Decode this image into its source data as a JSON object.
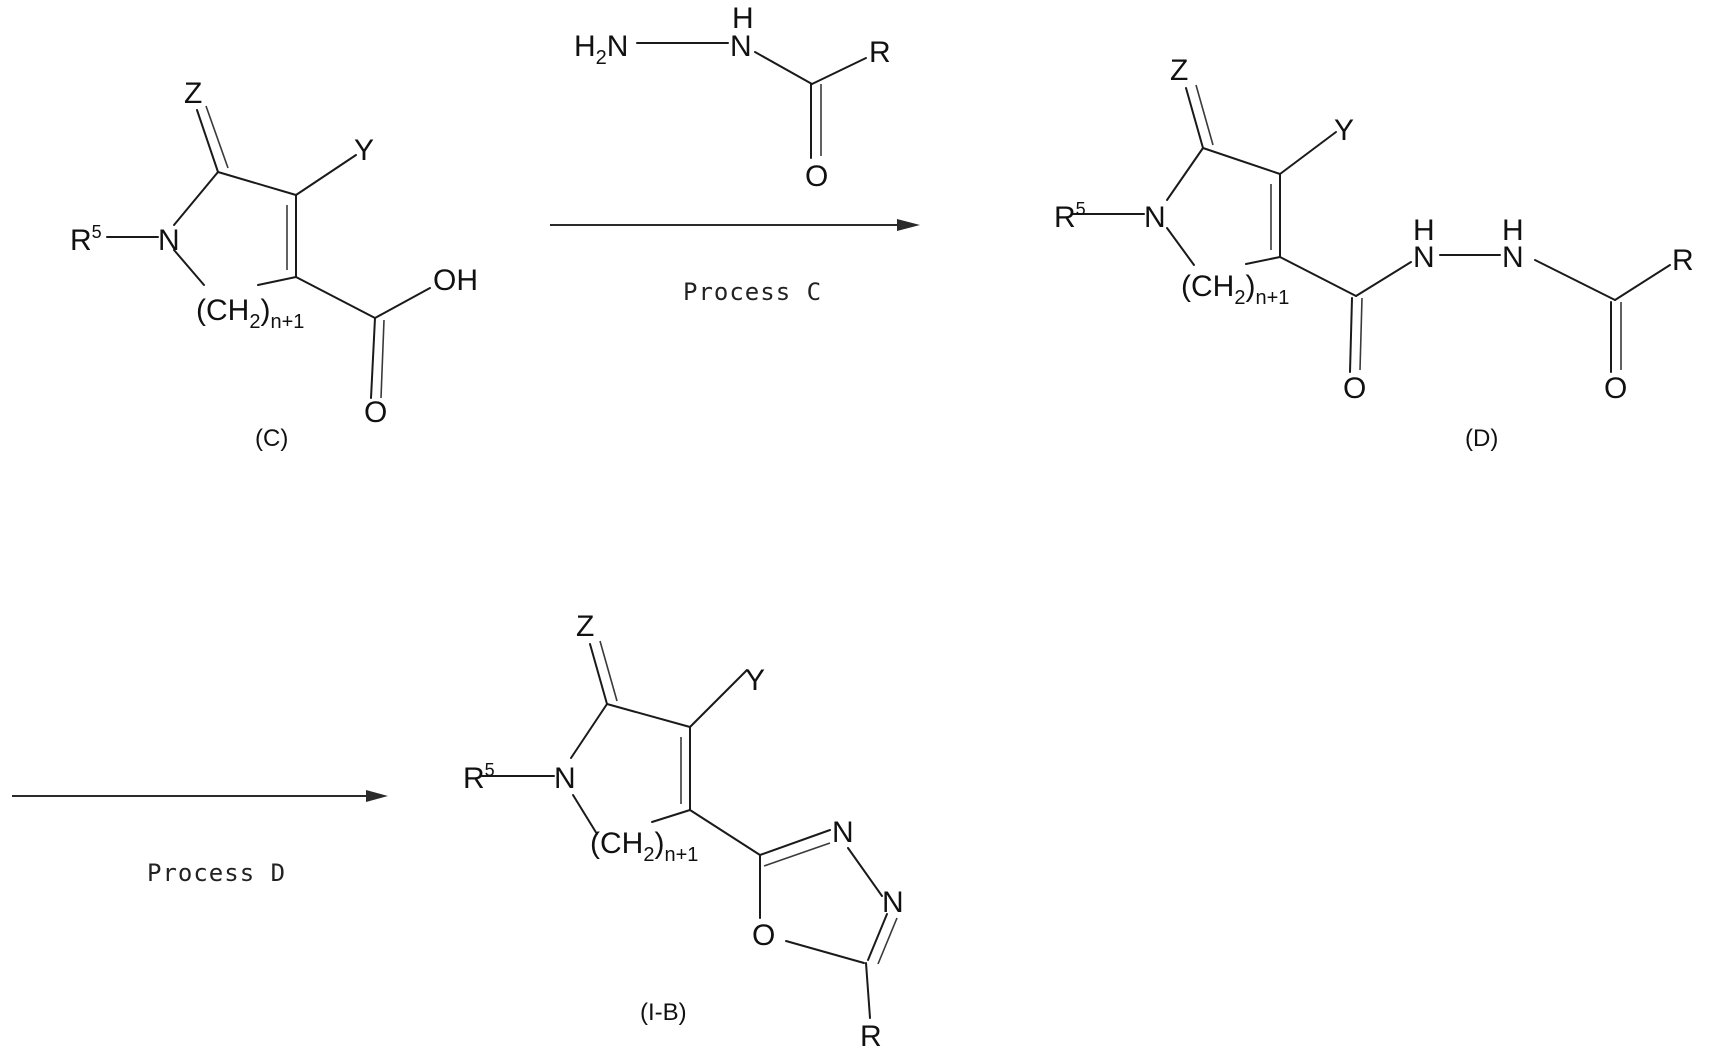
{
  "scheme": {
    "type": "reaction-scheme",
    "steps": [
      {
        "label": "Process C",
        "from": "(C)",
        "to": "(D)",
        "reagent": "H2N-NH-C(=O)-R"
      },
      {
        "label": "Process D",
        "from": "(D)",
        "to": "(I-B)"
      }
    ]
  },
  "compound_c": {
    "id": "(C)",
    "atoms": {
      "z": "Z",
      "y": "Y",
      "r5_base": "R",
      "r5_sup": "5",
      "n": "N",
      "ch": "(CH",
      "ch_sub": "2",
      "ch_close": ")",
      "ch_index": "n+1",
      "oh": "OH",
      "o": "O"
    }
  },
  "reagent": {
    "atoms": {
      "h2n_h": "H",
      "h2n_sub": "2",
      "h2n_n": "N",
      "nh_h": "H",
      "nh_n": "N",
      "r": "R",
      "o": "O"
    }
  },
  "arrow_c": {
    "label": "Process C"
  },
  "compound_d": {
    "id": "(D)",
    "atoms": {
      "z": "Z",
      "y": "Y",
      "r5_base": "R",
      "r5_sup": "5",
      "n": "N",
      "ch": "(CH",
      "ch_sub": "2",
      "ch_close": ")",
      "ch_index": "n+1",
      "nh1_h": "H",
      "nh1_n": "N",
      "nh2_h": "H",
      "nh2_n": "N",
      "r": "R",
      "o1": "O",
      "o2": "O"
    }
  },
  "arrow_d": {
    "label": "Process D"
  },
  "compound_ib": {
    "id": "(I-B)",
    "atoms": {
      "z": "Z",
      "y": "Y",
      "r5_base": "R",
      "r5_sup": "5",
      "n": "N",
      "ch": "(CH",
      "ch_sub": "2",
      "ch_close": ")",
      "ch_index": "n+1",
      "n_ring1": "N",
      "n_ring2": "N",
      "o_ring": "O",
      "r": "R"
    }
  },
  "colors": {
    "ink": "#1a1a1a",
    "background": "#ffffff"
  }
}
